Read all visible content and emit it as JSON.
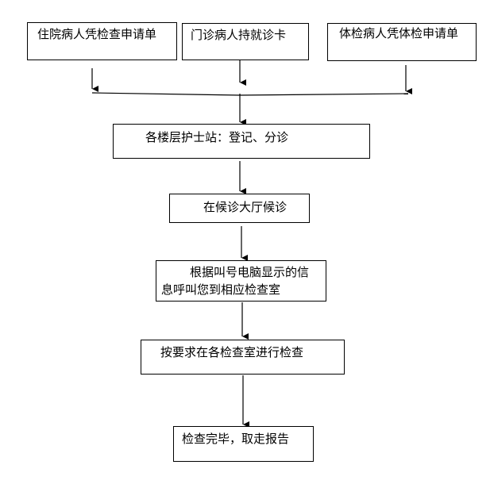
{
  "diagram": {
    "nodes": [
      {
        "id": "inpatient",
        "text": "住院病人凭检查申请单"
      },
      {
        "id": "outpatient",
        "text": "门诊病人持就诊卡"
      },
      {
        "id": "physical",
        "text": "体检病人凭体检申请单"
      },
      {
        "id": "nurse_station",
        "text": "各楼层护士站：登记、分诊"
      },
      {
        "id": "waiting_hall",
        "text": "在候诊大厅候诊"
      },
      {
        "id": "call_info",
        "text_line1": "根据叫号电脑显示的信",
        "text_line2": "息呼叫您到相应检查室"
      },
      {
        "id": "exam",
        "text": "按要求在各检查室进行检查"
      },
      {
        "id": "finish",
        "text": "检查完毕，取走报告"
      }
    ],
    "edges": [
      {
        "from": "inpatient",
        "to": "nurse_station"
      },
      {
        "from": "outpatient",
        "to": "nurse_station"
      },
      {
        "from": "physical",
        "to": "nurse_station"
      },
      {
        "from": "nurse_station",
        "to": "waiting_hall"
      },
      {
        "from": "waiting_hall",
        "to": "call_info"
      },
      {
        "from": "call_info",
        "to": "exam"
      },
      {
        "from": "exam",
        "to": "finish"
      }
    ]
  }
}
